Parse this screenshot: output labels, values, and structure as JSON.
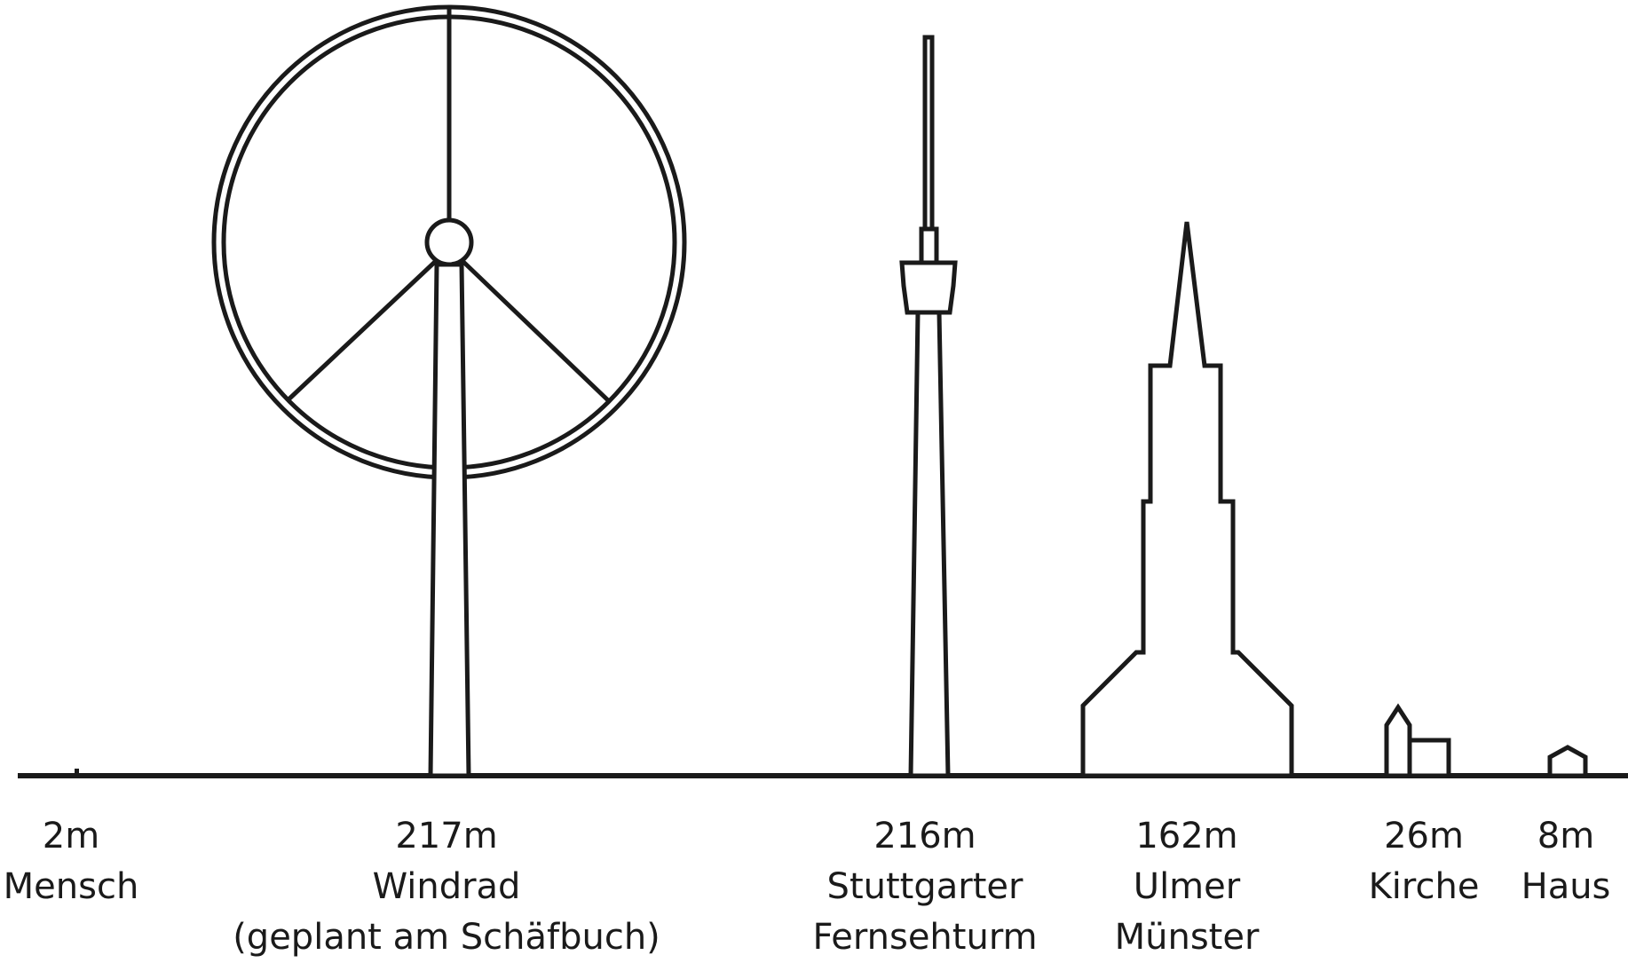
{
  "chart_data": {
    "type": "diagram",
    "unit": "m",
    "items": [
      {
        "id": "mensch",
        "height_m": 2,
        "height_text": "2m",
        "name_lines": [
          "Mensch"
        ]
      },
      {
        "id": "windrad",
        "height_m": 217,
        "height_text": "217m",
        "name_lines": [
          "Windrad",
          "(geplant am Schäfbuch)"
        ]
      },
      {
        "id": "fernsehturm",
        "height_m": 216,
        "height_text": "216m",
        "name_lines": [
          "Stuttgarter",
          "Fernsehturm"
        ]
      },
      {
        "id": "muenster",
        "height_m": 162,
        "height_text": "162m",
        "name_lines": [
          "Ulmer",
          "Münster"
        ]
      },
      {
        "id": "kirche",
        "height_m": 26,
        "height_text": "26m",
        "name_lines": [
          "Kirche"
        ]
      },
      {
        "id": "haus",
        "height_m": 8,
        "height_text": "8m",
        "name_lines": [
          "Haus"
        ]
      }
    ]
  },
  "colors": {
    "stroke": "#1a1a1a",
    "background": "#ffffff"
  }
}
